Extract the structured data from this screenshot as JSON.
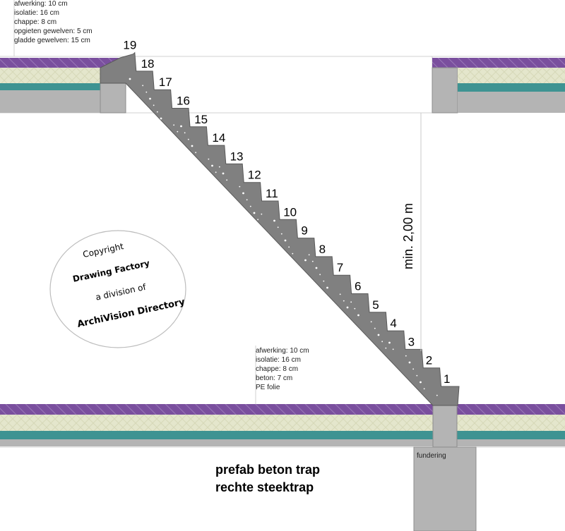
{
  "notes_top": [
    "afwerking: 10 cm",
    "isolatie: 16 cm",
    "chappe: 8 cm",
    "opgieten gewelven: 5 cm",
    "gladde gewelven: 15 cm"
  ],
  "notes_bottom": [
    "afwerking: 10 cm",
    "isolatie: 16 cm",
    "chappe: 8 cm",
    "beton: 7 cm",
    "PE folie"
  ],
  "step_numbers": [
    "1",
    "2",
    "3",
    "4",
    "5",
    "6",
    "7",
    "8",
    "9",
    "10",
    "11",
    "12",
    "13",
    "14",
    "15",
    "16",
    "17",
    "18",
    "19"
  ],
  "dimension_label": "min. 2,00 m",
  "title_line1": "prefab beton trap",
  "title_line2": "rechte steektrap",
  "foundation_label": "fundering",
  "copyright": {
    "line1": "Copyright",
    "line2": "Drawing Factory",
    "line3": "a division of",
    "line4": "ArchiVision Directory"
  },
  "colors": {
    "finish": "#7a4f9e",
    "insulation": "#e4e6cc",
    "screed": "#3e9392",
    "concrete": "#b4b4b4",
    "stair": "#808080"
  }
}
